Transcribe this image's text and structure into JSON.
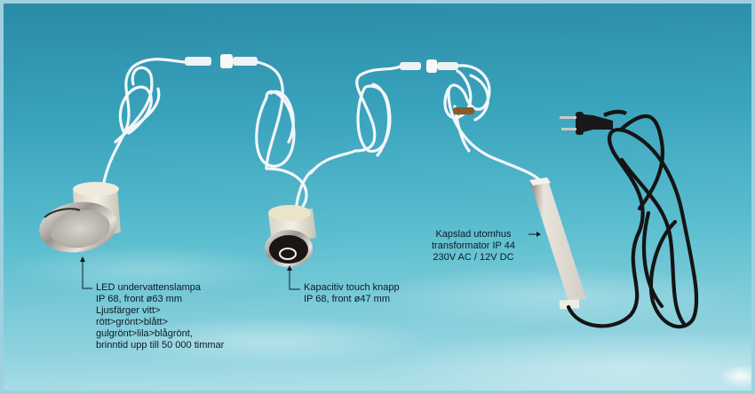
{
  "image": {
    "description": "Product photo: underwater LED lamp kit with capacitive touch button and encapsulated transformer on a sky-blue background",
    "colors": {
      "background_top": "#2a8aa6",
      "background_bottom": "#b8e3ea",
      "frame": "#9fd0e0",
      "cable_white": "#f2f6f8",
      "cable_black": "#141414",
      "label_text": "#0c1a22"
    }
  },
  "callouts": {
    "led_lamp": {
      "lines": [
        "LED undervattenslampa",
        "IP 68, front ø63 mm",
        "Ljusfärger vitt>",
        "rött>grönt>blått>",
        "gulgrönt>lila>blågrönt,",
        "brinntid upp till 50 000 timmar"
      ]
    },
    "touch_button": {
      "lines": [
        "Kapacitiv touch knapp",
        "IP 68, front ø47 mm"
      ]
    },
    "transformer": {
      "lines": [
        "Kapslad utomhus",
        "transformator IP 44",
        "230V AC / 12V DC"
      ]
    }
  },
  "objects": [
    {
      "name": "led-underwater-lamp",
      "icon": "lamp-icon"
    },
    {
      "name": "touch-button",
      "icon": "touch-button-icon"
    },
    {
      "name": "transformer-box",
      "icon": "transformer-icon"
    },
    {
      "name": "power-plug",
      "icon": "plug-icon"
    }
  ]
}
